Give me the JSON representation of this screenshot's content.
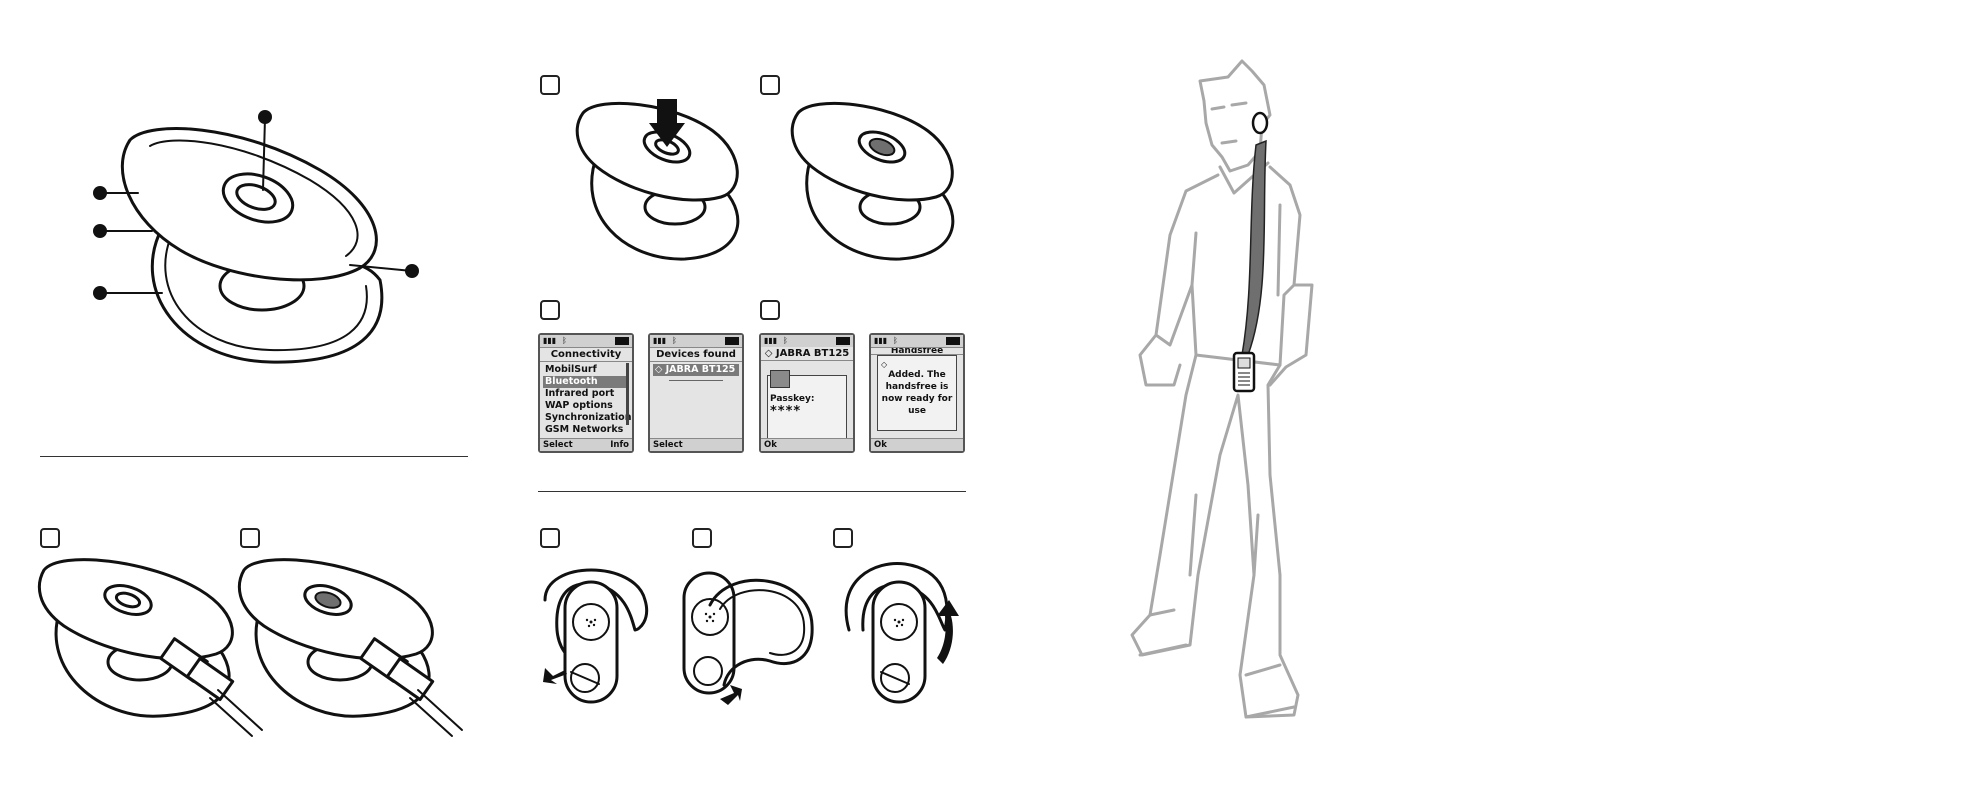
{
  "screens": [
    {
      "title": "Connectivity",
      "items": [
        "MobilSurf",
        "Bluetooth",
        "Infrared port",
        "WAP options",
        "Synchronization",
        "GSM Networks"
      ],
      "selected": "Bluetooth",
      "softkey_left": "Select",
      "softkey_right": "Info"
    },
    {
      "title": "Devices found",
      "device": "JABRA BT125",
      "softkey_left": "Select"
    },
    {
      "title": "JABRA BT125",
      "passkey_label": "Passkey:",
      "passkey_value": "****",
      "softkey_left": "Ok"
    },
    {
      "title": "Handsfree",
      "message": "Added. The handsfree is now ready for use",
      "softkey_left": "Ok"
    }
  ],
  "colors": {
    "line": "#111111",
    "person": "#a8a8a8",
    "accent": "#6f6f6f",
    "screen": "#e4e4e4"
  },
  "icons": [
    "headset-icon",
    "usb-cable-icon",
    "press-arrow-icon",
    "rotate-arrow-icon",
    "person-illustration",
    "phone-icon"
  ]
}
